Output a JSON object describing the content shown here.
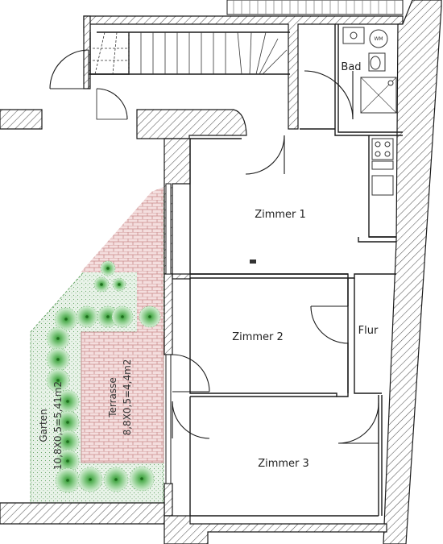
{
  "rooms": {
    "zimmer1": "Zimmer 1",
    "zimmer2": "Zimmer 2",
    "zimmer3": "Zimmer 3",
    "flur": "Flur",
    "bad": "Bad"
  },
  "outdoor": {
    "terrasse_name": "Terrasse",
    "terrasse_calc": "8,8X0,5=4,4m2",
    "garten_name": "Garten",
    "garten_calc": "10,8X0,5=5,41m2"
  },
  "fixtures": {
    "washer": "WM"
  },
  "colors": {
    "wall_outline": "#1a1a1a",
    "hatch": "#555555",
    "paving": "#d9a8a8",
    "garden": "#e4f0e4",
    "shrub": "#3aa13a"
  }
}
